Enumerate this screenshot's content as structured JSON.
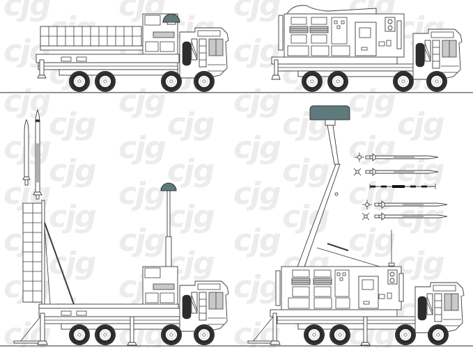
{
  "figure": {
    "description": "Side-view line drawings of an 8x8 air-defence missile system: launcher truck (travel and firing positions), radar/command shelter truck (travel and deployed positions), plus missile profile views",
    "watermark": {
      "text": "cjg",
      "color": "#ececec"
    },
    "colors": {
      "background": "#ffffff",
      "line": "#3a3a3a",
      "radar_dome": "#5f7a7d",
      "panel_grey": "#c9c9c9",
      "ground_line": "#555555"
    },
    "panels": [
      {
        "id": "launcher-travel",
        "position": "top-left",
        "label": ""
      },
      {
        "id": "shelter-travel",
        "position": "top-right",
        "label": ""
      },
      {
        "id": "launcher-deployed",
        "position": "bottom-left",
        "label": ""
      },
      {
        "id": "shelter-deployed",
        "position": "bottom-right",
        "label": ""
      }
    ],
    "missiles": [
      {
        "id": "missile-vertical-short",
        "orientation": "vertical"
      },
      {
        "id": "missile-vertical-long",
        "orientation": "vertical"
      },
      {
        "id": "missile-horizontal-1",
        "orientation": "horizontal",
        "fin_view": "plus"
      },
      {
        "id": "missile-horizontal-2",
        "orientation": "horizontal",
        "fin_view": "cross"
      },
      {
        "id": "missile-horizontal-3",
        "orientation": "horizontal",
        "fin_view": "plus"
      },
      {
        "id": "missile-horizontal-4",
        "orientation": "horizontal",
        "fin_view": "cross"
      }
    ],
    "scale_bar": {
      "segments": 8
    }
  }
}
